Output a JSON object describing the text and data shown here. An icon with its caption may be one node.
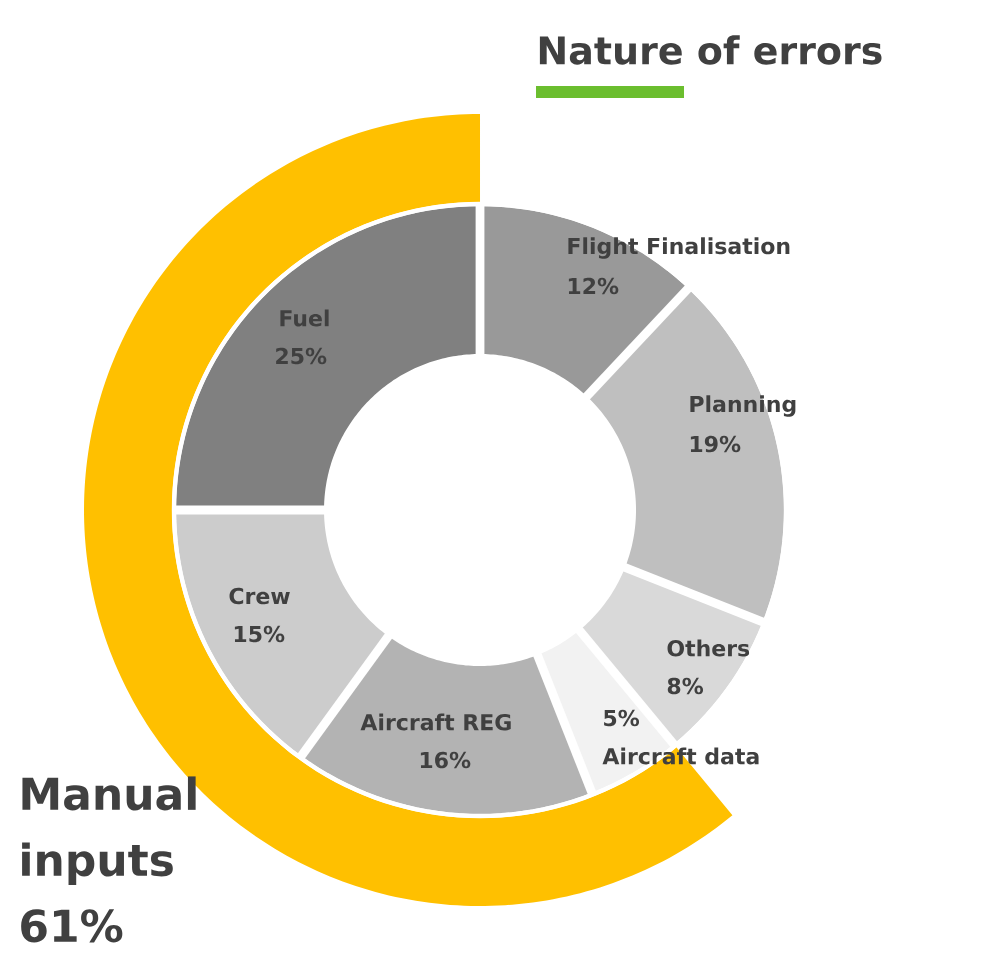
{
  "diagram": {
    "title": "Nature of errors",
    "chart_data": {
      "type": "donut",
      "categories": [
        "Flight Finalisation",
        "Planning",
        "Others",
        "Aircraft data",
        "Aircraft REG",
        "Crew",
        "Fuel"
      ],
      "series": [
        {
          "values": [
            12,
            19,
            8,
            5,
            16,
            15,
            25
          ],
          "colors": [
            "#999999",
            "#bfbfbf",
            "#d9d9d9",
            "#f2f2f2",
            "#b3b3b3",
            "#cccccc",
            "#808080"
          ]
        }
      ],
      "value_labels": [
        "12%",
        "19%",
        "8%",
        "5%",
        "16%",
        "15%",
        "25%"
      ],
      "annotations": [
        {
          "text": "Manual inputs 61%"
        }
      ]
    }
  }
}
